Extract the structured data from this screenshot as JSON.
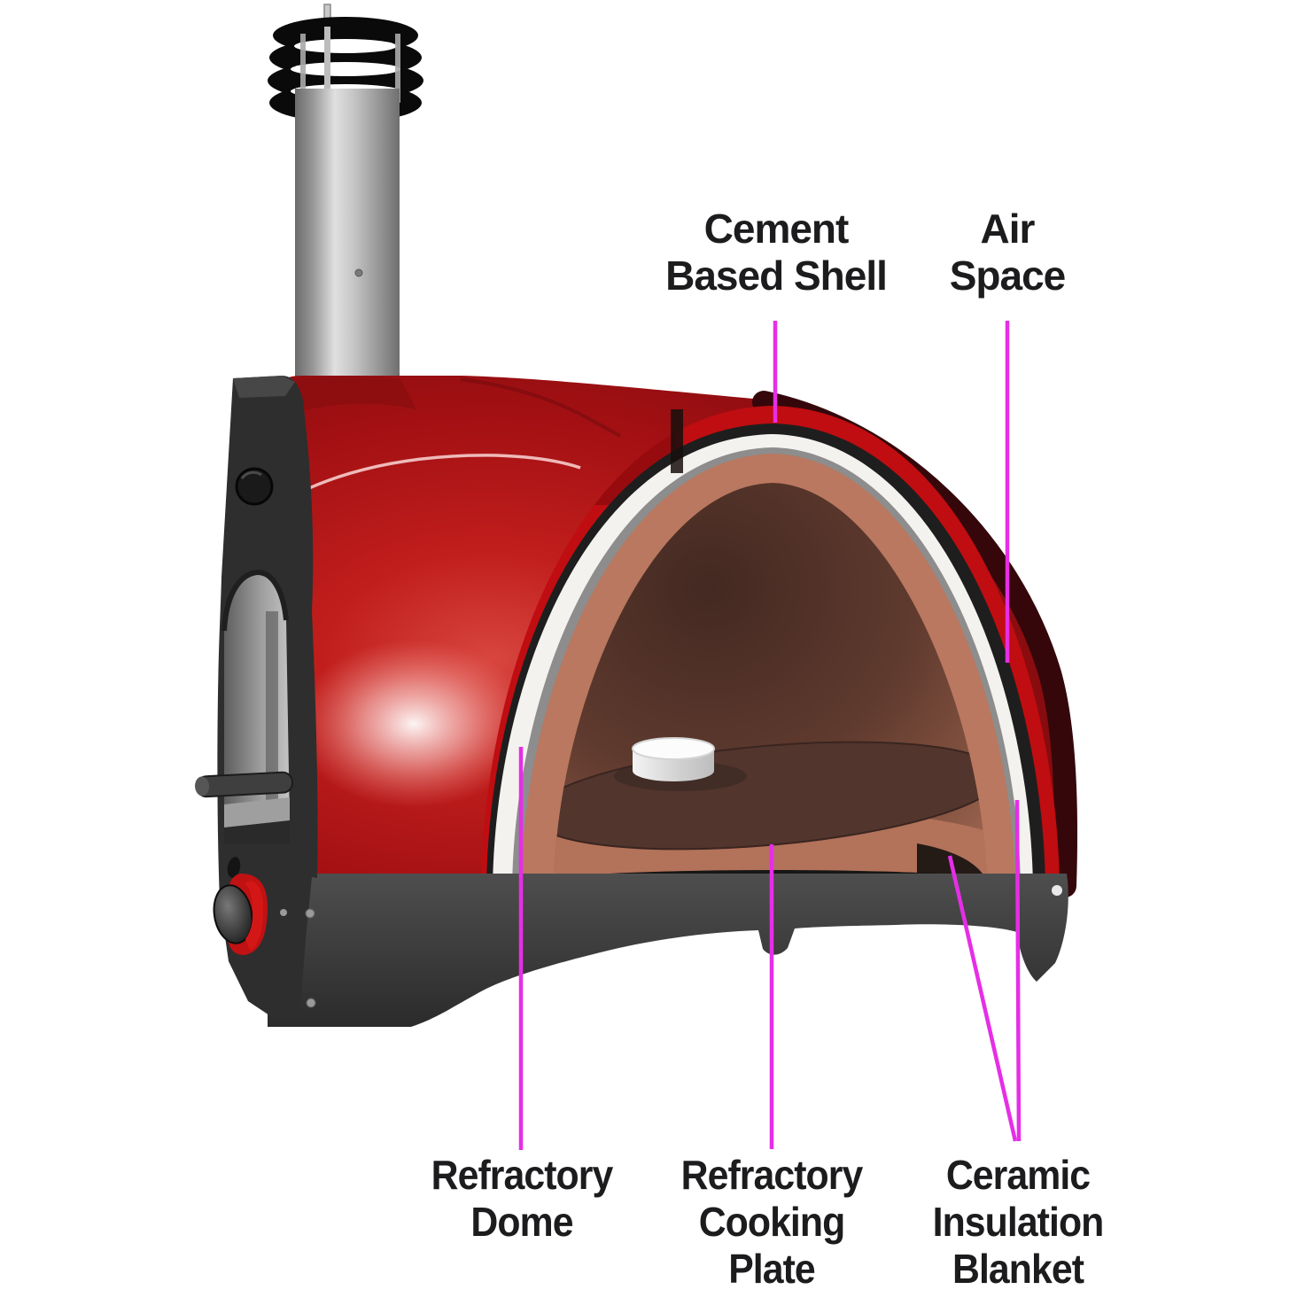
{
  "page": {
    "background": "#ffffff",
    "title": "Wood-fired pizza oven cutaway diagram"
  },
  "colors": {
    "leader_line": "#e62ee6",
    "label_text": "#1c1c1e",
    "shell_red_bright": "#c01e1c",
    "shell_red_mid": "#a31013",
    "shell_red_dark": "#46080a",
    "shell_rim_maroon": "#35070a",
    "cut_shell_red": "#bf0d11",
    "air_space_dark": "#1e1e1e",
    "insulation_white": "#f4f2ef",
    "blanket_gray_line": "#8d8d8d",
    "refractory_salmon": "#b9785f",
    "interior_dark": "#432922",
    "interior_mid": "#8a5744",
    "interior_light": "#b47b64",
    "plate_brown": "#52352c",
    "plate_rim_salmon": "#b3725a",
    "floor_shadow": "#171717",
    "base_gray_light": "#4e4e4e",
    "base_gray_dark": "#2b2b2b",
    "column_gray": "#2e2e2e",
    "chimney_light": "#e0e0e0",
    "chimney_dark": "#6f6f6f",
    "cap_black": "#0a0a0a",
    "caster_red": "#c01113"
  },
  "labels": {
    "cement_based_shell": {
      "lines": [
        "Cement",
        "Based Shell"
      ]
    },
    "air_space": {
      "lines": [
        "Air",
        "Space"
      ]
    },
    "refractory_dome": {
      "lines": [
        "Refractory",
        "Dome"
      ]
    },
    "refractory_cooking_plate": {
      "lines": [
        "Refractory",
        "Cooking",
        "Plate"
      ]
    },
    "ceramic_insulation_blanket": {
      "lines": [
        "Ceramic",
        "Insulation",
        "Blanket"
      ]
    }
  }
}
